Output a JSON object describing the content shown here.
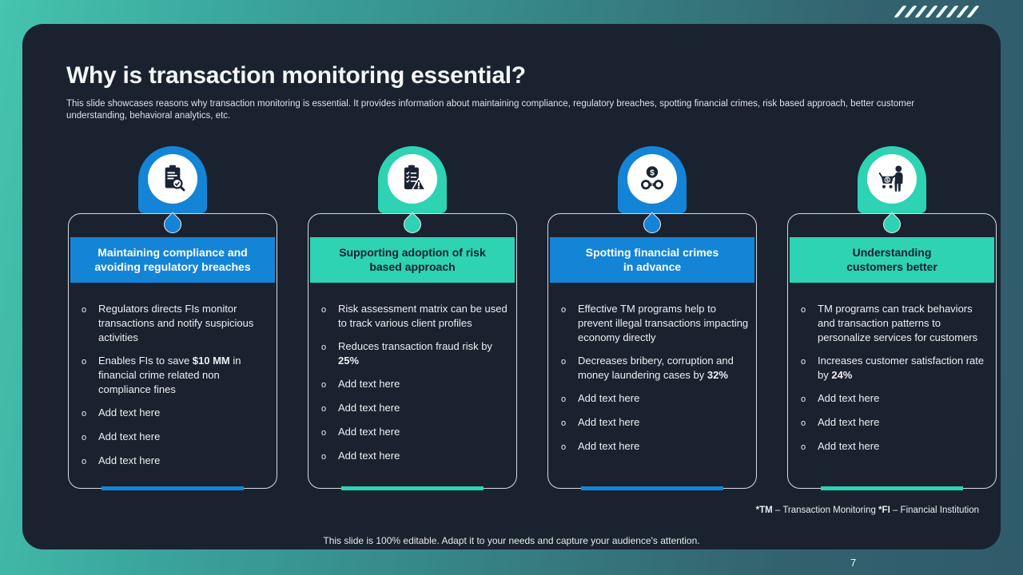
{
  "slide": {
    "title": "Why is transaction monitoring essential?",
    "subtitle": "This slide showcases reasons why transaction monitoring is essential. It provides information about maintaining compliance, regulatory breaches, spotting financial crimes, risk based approach, better customer understanding, behavioral analytics, etc.",
    "bottom_note": "This slide is 100% editable. Adapt it to your needs and capture your audience's attention.",
    "page_number": "7",
    "footnote_segments": [
      {
        "t": "*TM",
        "b": true
      },
      {
        "t": " – Transaction Monitoring "
      },
      {
        "t": "*FI",
        "b": true
      },
      {
        "t": " – Financial Institution"
      }
    ],
    "colors": {
      "blue_accent": "#1484d7",
      "teal_accent": "#2dd3b3",
      "panel_dark": "#1a2230",
      "dark_header_text": "#12202e",
      "light_header_text": "#ffffff"
    }
  },
  "cards": [
    {
      "icon": "clipboard-magnifier-icon",
      "accent": "blue_accent",
      "header_text_dark": false,
      "header_lines": [
        "Maintaining compliance and",
        "avoiding regulatory breaches"
      ],
      "bullets": [
        [
          {
            "t": "Regulators directs FIs monitor transactions and notify suspicious activities"
          }
        ],
        [
          {
            "t": "Enables FIs to save "
          },
          {
            "t": "$10 MM",
            "b": true
          },
          {
            "t": " in financial crime related non compliance fines"
          }
        ],
        [
          {
            "t": "Add text here"
          }
        ],
        [
          {
            "t": "Add text here"
          }
        ],
        [
          {
            "t": "Add text here"
          }
        ]
      ]
    },
    {
      "icon": "clipboard-warning-icon",
      "accent": "teal_accent",
      "header_text_dark": true,
      "header_lines": [
        "Supporting adoption of risk",
        "based approach"
      ],
      "bullets": [
        [
          {
            "t": "Risk assessment matrix can be used to track various client profiles"
          }
        ],
        [
          {
            "t": "Reduces transaction fraud risk by "
          },
          {
            "t": "25%",
            "b": true
          }
        ],
        [
          {
            "t": "Add text here"
          }
        ],
        [
          {
            "t": "Add text here"
          }
        ],
        [
          {
            "t": "Add text here"
          }
        ],
        [
          {
            "t": "Add text here"
          }
        ]
      ]
    },
    {
      "icon": "dollar-handcuffs-icon",
      "accent": "blue_accent",
      "header_text_dark": false,
      "header_lines": [
        "Spotting financial crimes",
        "in advance"
      ],
      "bullets": [
        [
          {
            "t": "Effective TM programs help to prevent illegal transactions impacting economy directly"
          }
        ],
        [
          {
            "t": "Decreases bribery, corruption and money laundering cases by "
          },
          {
            "t": "32%",
            "b": true
          }
        ],
        [
          {
            "t": "Add text here"
          }
        ],
        [
          {
            "t": "Add text here"
          }
        ],
        [
          {
            "t": "Add text here"
          }
        ]
      ]
    },
    {
      "icon": "person-cart-icon",
      "accent": "teal_accent",
      "header_text_dark": true,
      "header_lines": [
        "Understanding",
        "customers better"
      ],
      "bullets": [
        [
          {
            "t": "TM programs can track behaviors and transaction patterns to personalize services for customers"
          }
        ],
        [
          {
            "t": "Increases customer satisfaction rate by "
          },
          {
            "t": "24%",
            "b": true
          }
        ],
        [
          {
            "t": "Add text here"
          }
        ],
        [
          {
            "t": "Add text here"
          }
        ],
        [
          {
            "t": "Add text here"
          }
        ]
      ]
    }
  ]
}
